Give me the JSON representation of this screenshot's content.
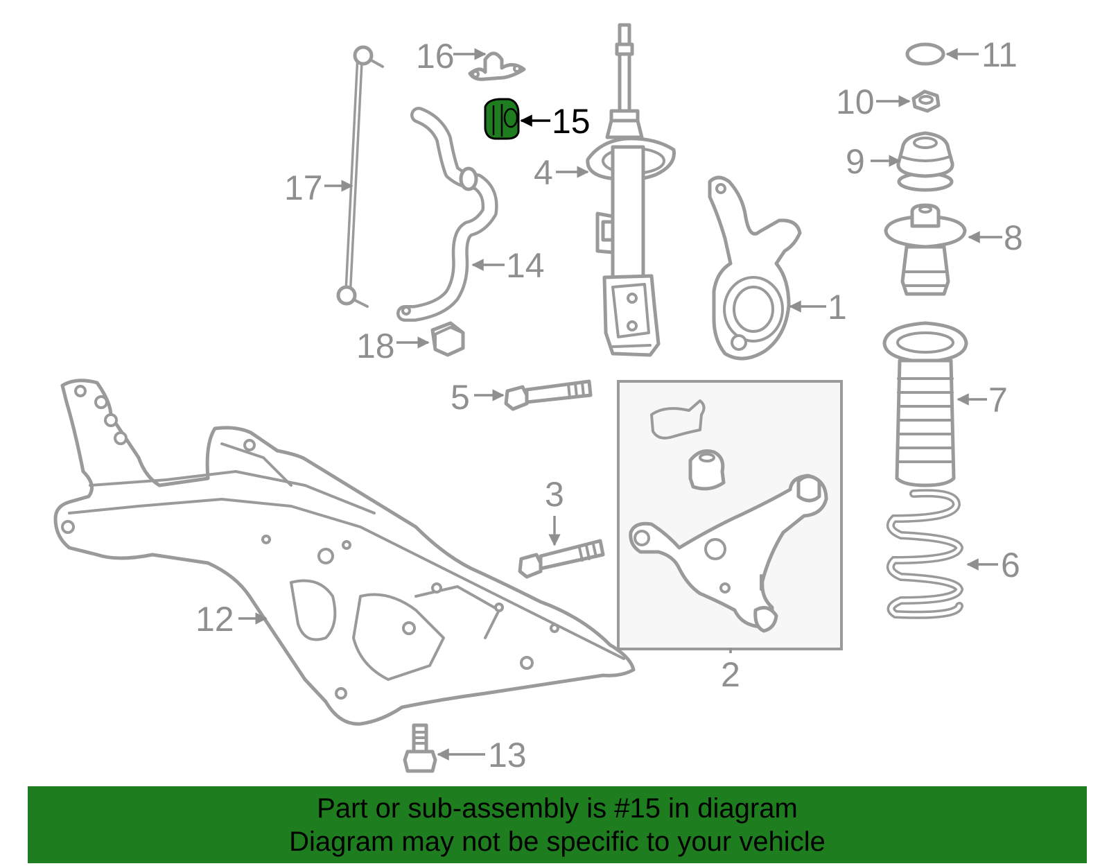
{
  "diagram": {
    "highlight_color": "#1e7d1e",
    "highlighted_part": "15",
    "callouts": [
      {
        "id": "1",
        "label": "1"
      },
      {
        "id": "2",
        "label": "2"
      },
      {
        "id": "3",
        "label": "3"
      },
      {
        "id": "4",
        "label": "4"
      },
      {
        "id": "5",
        "label": "5"
      },
      {
        "id": "6",
        "label": "6"
      },
      {
        "id": "7",
        "label": "7"
      },
      {
        "id": "8",
        "label": "8"
      },
      {
        "id": "9",
        "label": "9"
      },
      {
        "id": "10",
        "label": "10"
      },
      {
        "id": "11",
        "label": "11"
      },
      {
        "id": "12",
        "label": "12"
      },
      {
        "id": "13",
        "label": "13"
      },
      {
        "id": "14",
        "label": "14"
      },
      {
        "id": "15",
        "label": "15"
      },
      {
        "id": "16",
        "label": "16"
      },
      {
        "id": "17",
        "label": "17"
      },
      {
        "id": "18",
        "label": "18"
      }
    ]
  },
  "banner": {
    "line1": "Part or sub-assembly is #15 in diagram",
    "line2": "Diagram may not be specific to your vehicle"
  }
}
